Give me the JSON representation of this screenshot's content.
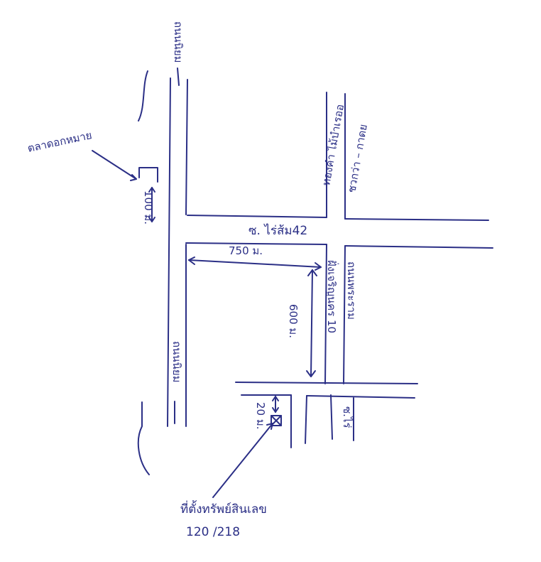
{
  "colors": {
    "ink": "#2b2f86",
    "paper": "#ffffff"
  },
  "labels": {
    "top_road": "ถนนนิยม",
    "post_office": "ตลาดอกหมาย",
    "left_dist": "100 ม.",
    "bottom_road": "ถนนนิยม",
    "soi_name": "ซ. ไร่ส้ม42",
    "right_road_top": "ทองคำ ไม้บำเรออ",
    "right_road_top_2": "ชวกว่า – กาดย",
    "horizontal_dist": "750 ม.",
    "vertical_road": "ฝั่งเจริญนคร 10",
    "vertical_dist": "600 ม.",
    "right_road_mid": "ถนนพระราม",
    "small_dist": "20 ม.",
    "side_soi": "ซ.ไร่",
    "destination": "ที่ตั้งทรัพย์สินเลข",
    "plot_number": "120 /218"
  },
  "icons": {
    "destination_marker": "crossed-box-icon",
    "direction_arrow": "double-arrow-icon"
  }
}
